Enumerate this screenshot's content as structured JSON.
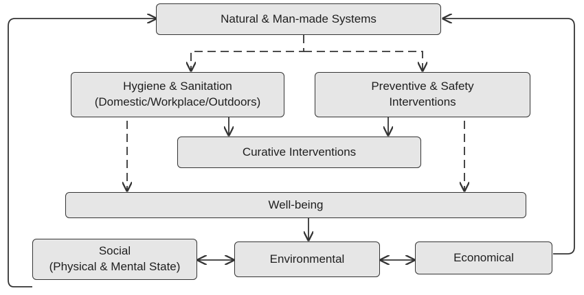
{
  "nodes": {
    "systems": {
      "lines": [
        "Natural & Man-made Systems"
      ]
    },
    "hygiene": {
      "lines": [
        "Hygiene & Sanitation",
        "(Domestic/Workplace/Outdoors)"
      ]
    },
    "preventive": {
      "lines": [
        "Preventive & Safety",
        "Interventions"
      ]
    },
    "curative": {
      "lines": [
        "Curative Interventions"
      ]
    },
    "wellbeing": {
      "lines": [
        "Well-being"
      ]
    },
    "social": {
      "lines": [
        "Social",
        "(Physical & Mental State)"
      ]
    },
    "environmental": {
      "lines": [
        "Environmental"
      ]
    },
    "economical": {
      "lines": [
        "Economical"
      ]
    }
  },
  "edges": [
    {
      "from": "systems",
      "to": "hygiene",
      "style": "dashed"
    },
    {
      "from": "systems",
      "to": "preventive",
      "style": "dashed"
    },
    {
      "from": "hygiene",
      "to": "curative",
      "style": "solid"
    },
    {
      "from": "preventive",
      "to": "curative",
      "style": "solid"
    },
    {
      "from": "hygiene",
      "to": "wellbeing",
      "style": "dashed"
    },
    {
      "from": "preventive",
      "to": "wellbeing",
      "style": "dashed"
    },
    {
      "from": "wellbeing",
      "to": "environmental",
      "style": "solid"
    },
    {
      "from": "social",
      "to": "environmental",
      "style": "solid",
      "bidirectional": true
    },
    {
      "from": "environmental",
      "to": "economical",
      "style": "solid",
      "bidirectional": true
    },
    {
      "from": "economical",
      "to": "systems",
      "style": "solid",
      "note": "feedback loop"
    },
    {
      "from": "social",
      "to": "systems",
      "style": "solid",
      "note": "feedback loop"
    }
  ],
  "colors": {
    "box_fill": "#e6e6e6",
    "stroke": "#333333",
    "text": "#1e1e1e"
  }
}
